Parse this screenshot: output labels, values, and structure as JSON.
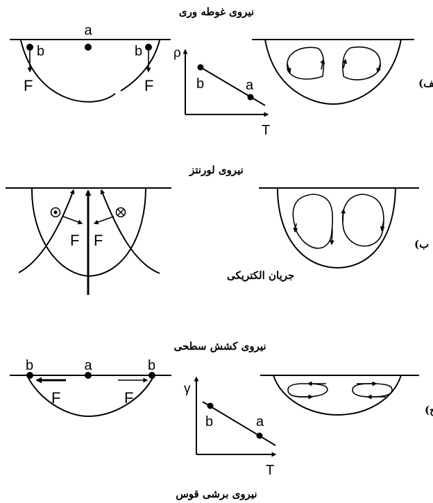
{
  "sections": {
    "buoyancy": {
      "title": "نیروی غوطه وری",
      "label_a": "a",
      "label_b_left": "b",
      "label_b_right": "b",
      "force_left": "F",
      "force_right": "F",
      "graph_y": "ρ",
      "graph_x": "T",
      "graph_b": "b",
      "graph_a": "a",
      "marker": "الف)"
    },
    "lorentz": {
      "title": "نیروی لورنتز",
      "force_left": "F",
      "force_right": "F",
      "current": "جریان الکتریکی",
      "marker": "ب)"
    },
    "surface_tension": {
      "title": "نیروی کشش سطحی",
      "label_b_left": "b",
      "label_a": "a",
      "label_b_right": "b",
      "force_left": "F",
      "force_right": "F",
      "graph_y": "γ",
      "graph_x": "T",
      "graph_b": "b",
      "graph_a": "a",
      "marker": "ج)"
    },
    "arc_shear": {
      "title": "نیروی برشی قوس"
    }
  }
}
